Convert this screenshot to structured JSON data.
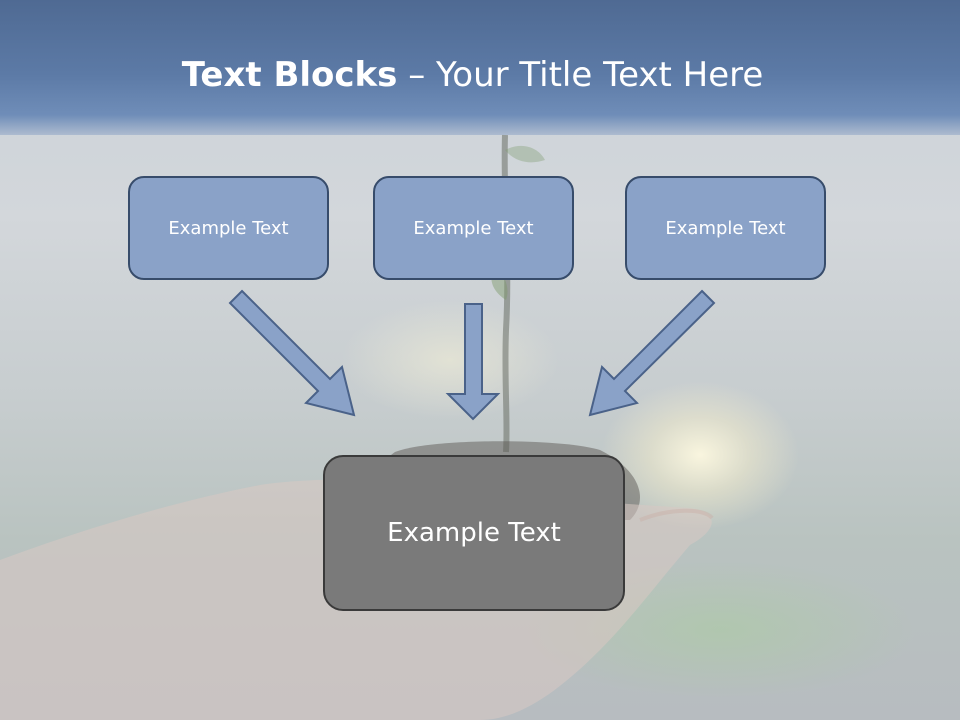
{
  "slide": {
    "title_bold": "Text Blocks",
    "title_dash": " – ",
    "title_rest": "Your Title Text Here"
  },
  "blocks": [
    {
      "label": "Example Text"
    },
    {
      "label": "Example Text"
    },
    {
      "label": "Example Text"
    }
  ],
  "target": {
    "label": "Example Text"
  },
  "colors": {
    "header": "#5c7aa6",
    "block_fill": "#8aa2c8",
    "block_border": "#374c6b",
    "target_fill": "#7a7a7a",
    "arrow_fill": "#8aa2c8"
  },
  "icons": [
    "arrow-down-right-icon",
    "arrow-down-icon",
    "arrow-down-left-icon"
  ]
}
